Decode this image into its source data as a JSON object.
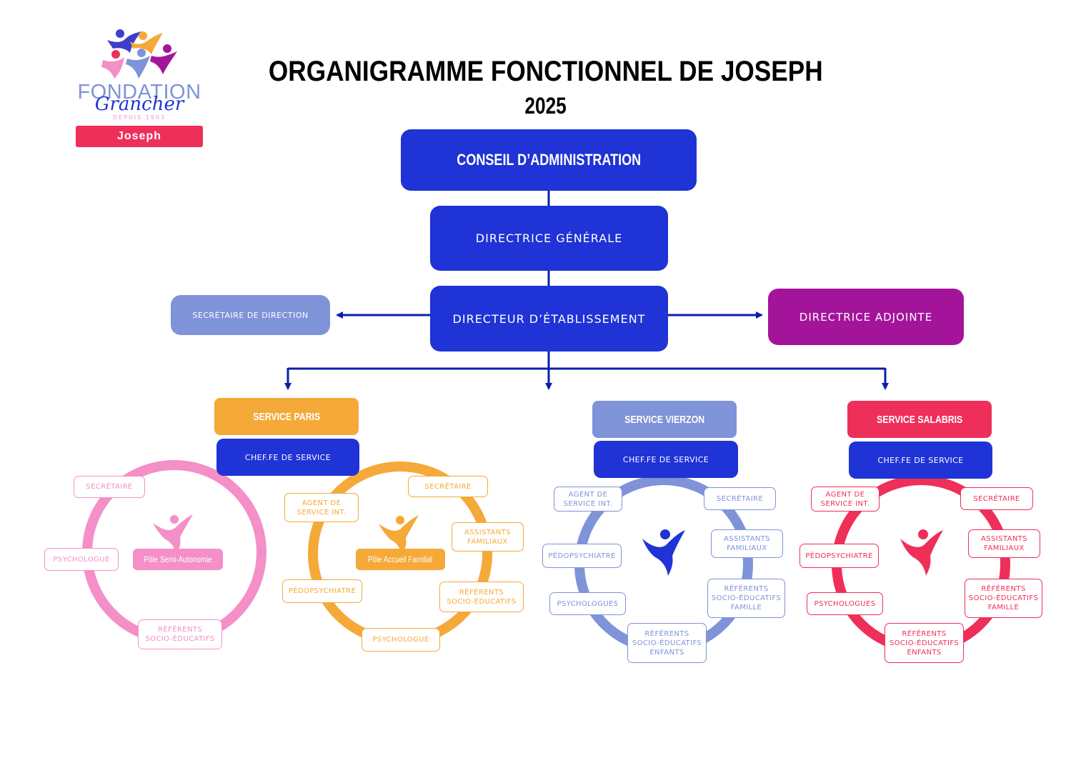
{
  "logo": {
    "line1": "FONDATION",
    "line2": "Grancher",
    "line3": "DEPUIS 1903",
    "badge": "Joseph"
  },
  "header": {
    "title": "ORGANIGRAMME FONCTIONNEL DE JOSEPH",
    "year": "2025"
  },
  "hierarchy": {
    "conseil": "CONSEIL D’ADMINISTRATION",
    "directrice_generale": "DIRECTRICE GÉNÉRALE",
    "directeur_etablissement": "DIRECTEUR D’ÉTABLISSEMENT",
    "secretaire_direction": "SECRÉTAIRE DE DIRECTION",
    "directrice_adjointe": "DIRECTRICE ADJOINTE"
  },
  "services": {
    "paris": {
      "name": "SERVICE PARIS",
      "chef": "CHEF.FE DE SERVICE",
      "pole_semi": {
        "label": "Pôle Semi-Autonomie",
        "secretaire": "SECRÉTAIRE",
        "psychologue": "PSYCHOLOGUE",
        "referents": "RÉFÉRENTS\nSOCIO-ÉDUCATIFS"
      },
      "pole_accueil": {
        "label": "Pôle Accueil Familial",
        "agent": "AGENT DE\nSERVICE INT.",
        "secretaire": "SECRÉTAIRE",
        "assistants": "ASSISTANTS\nFAMILIAUX",
        "pedopsy": "PÉDOPSYCHIATRE",
        "referents": "RÉFÉRENTS\nSOCIO-ÉDUCATIFS",
        "psychologue": "PSYCHOLOGUE"
      }
    },
    "vierzon": {
      "name": "SERVICE VIERZON",
      "chef": "CHEF.FE DE SERVICE",
      "agent": "AGENT DE\nSERVICE INT.",
      "secretaire": "SECRÉTAIRE",
      "assistants": "ASSISTANTS\nFAMILIAUX",
      "pedopsy": "PÉDOPSYCHIATRE",
      "psychologues": "PSYCHOLOGUES",
      "referents_famille": "RÉFÉRENTS\nSOCIO-ÉDUCATIFS\nFAMILLE",
      "referents_enfants": "RÉFÉRENTS\nSOCIO-ÉDUCATIFS\nENFANTS"
    },
    "salabris": {
      "name": "SERVICE SALABRIS",
      "chef": "CHEF.FE DE SERVICE",
      "agent": "AGENT DE\nSERVICE INT.",
      "secretaire": "SECRÉTAIRE",
      "assistants": "ASSISTANTS\nFAMILIAUX",
      "pedopsy": "PÉDOPSYCHIATRE",
      "psychologues": "PSYCHOLOGUES",
      "referents_famille": "RÉFÉRENTS\nSOCIO-ÉDUCATIFS\nFAMILLE",
      "referents_enfants": "RÉFÉRENTS\nSOCIO-ÉDUCATIFS\nENFANTS"
    }
  },
  "colors": {
    "dark_blue": "#1f33d6",
    "light_blue": "#7f93d8",
    "purple": "#a4149b",
    "orange": "#f5a938",
    "pink": "#f48fc8",
    "red": "#ee2f5a",
    "connector": "#0a1fa8"
  }
}
